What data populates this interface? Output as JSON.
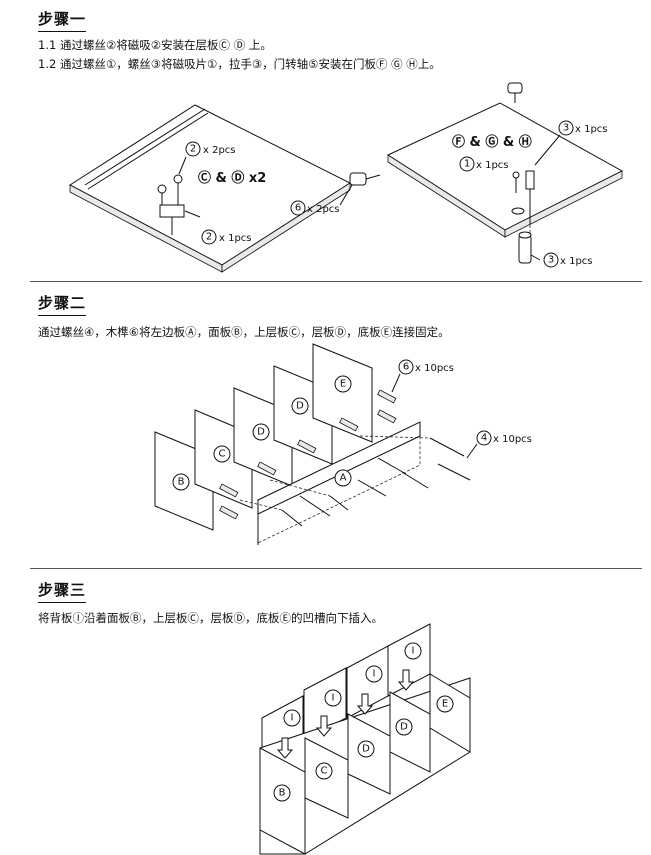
{
  "step1": {
    "title": "步骤一",
    "lines": [
      "1.1 通过螺丝②将磁吸②安装在层板Ⓒ Ⓓ 上。",
      "1.2 通过螺丝①，螺丝③将磁吸片①，拉手③，门转轴⑤安装在门板Ⓕ Ⓖ Ⓗ上。"
    ],
    "left_callouts": {
      "screw2": "x 2pcs",
      "screw2_num": "2",
      "boards": "Ⓒ & Ⓓ x2",
      "magnet": "x 1pcs",
      "magnet_num": "2"
    },
    "right_callouts": {
      "doors": "Ⓕ & Ⓖ & Ⓗ",
      "pin_num": "6",
      "pin_qty": "x 2pcs",
      "plate_num": "1",
      "plate_qty": "x 1pcs",
      "screw3_num": "3",
      "screw3_qty": "x 1pcs",
      "handle_num": "3",
      "handle_qty": "x 1pcs"
    }
  },
  "step2": {
    "title": "步骤二",
    "line": "通过螺丝④，木榫⑥将左边板Ⓐ，面板Ⓑ，上层板Ⓒ，层板Ⓓ，底板Ⓔ连接固定。",
    "dowel_num": "6",
    "dowel_qty": "x 10pcs",
    "screw_num": "4",
    "screw_qty": "x 10pcs",
    "panels": [
      "B",
      "C",
      "D",
      "D",
      "E",
      "A"
    ]
  },
  "step3": {
    "title": "步骤三",
    "line": "将背板Ⓘ沿着面板Ⓑ，上层板Ⓒ，层板Ⓓ，底板Ⓔ的凹槽向下插入。",
    "panels": [
      "I",
      "I",
      "I",
      "I",
      "B",
      "C",
      "D",
      "D",
      "E"
    ]
  }
}
